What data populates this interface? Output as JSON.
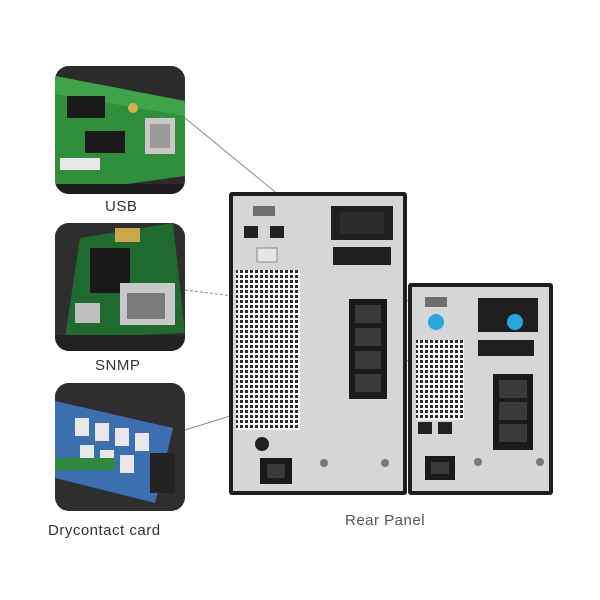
{
  "cards": [
    {
      "caption": "USB",
      "icon": "usb-card-icon"
    },
    {
      "caption": "SNMP",
      "icon": "snmp-card-icon"
    },
    {
      "caption": "Drycontact card",
      "icon": "drycontact-card-icon"
    }
  ],
  "rear_panel_label": "Rear Panel",
  "colors": {
    "chassis": "#1f1f1f",
    "panel": "#d9d9d9",
    "pcb_green": "#2f7a3a",
    "pcb_blue": "#3c6fb0",
    "port_blue": "#25a7e0"
  }
}
